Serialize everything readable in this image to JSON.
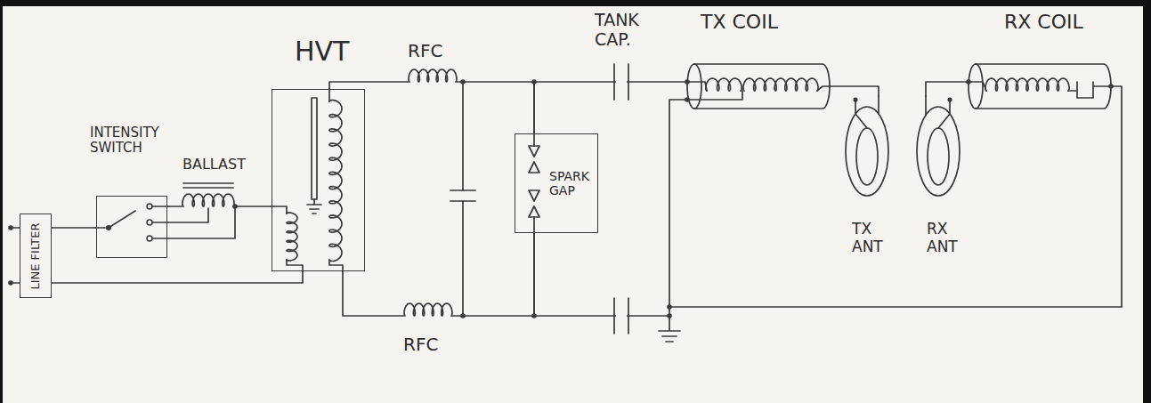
{
  "diagram": {
    "nodes": [
      {
        "text": [
          "LINE FILTER"
        ]
      },
      {
        "text": [
          "INTENSITY SWITCH"
        ]
      },
      {
        "text": [
          "HVT"
        ]
      },
      {
        "text": [
          "SPARK GAP"
        ]
      },
      {
        "text": [
          "TX COIL"
        ]
      },
      {
        "text": [
          "TX ANT"
        ]
      },
      {
        "text": [
          "RX ANT"
        ]
      },
      {
        "text": [
          "RX COIL"
        ]
      }
    ],
    "edges": [
      {
        "from": 0,
        "to": 1,
        "arrow": "none"
      },
      {
        "from": 0,
        "to": 2,
        "arrow": "none"
      },
      {
        "from": 1,
        "to": 2,
        "arrow": "none"
      },
      {
        "from": 2,
        "to": 3,
        "arrow": "none"
      },
      {
        "from": 2,
        "to": 3,
        "arrow": "none"
      },
      {
        "from": 3,
        "to": 4,
        "arrow": "none"
      },
      {
        "from": 3,
        "to": 4,
        "arrow": "none"
      },
      {
        "from": 4,
        "to": 5,
        "arrow": "none"
      },
      {
        "from": 6,
        "to": 7,
        "arrow": "none"
      }
    ],
    "labels": [
      "BALLAST",
      "RFC",
      "TANK CAP.",
      "RFC"
    ]
  }
}
